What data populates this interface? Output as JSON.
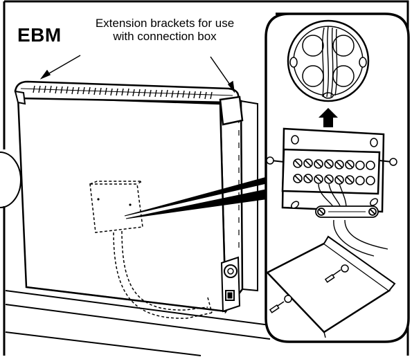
{
  "labels": {
    "model": "EBM",
    "description_line1": "Extension brackets for use",
    "description_line2": "with connection box"
  },
  "colors": {
    "ink": "#000000",
    "paper": "#ffffff"
  }
}
